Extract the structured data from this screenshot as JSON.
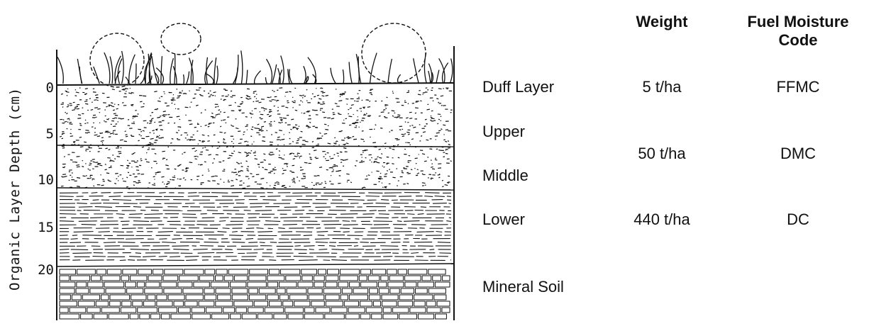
{
  "diagram": {
    "axis_label": "Organic Layer Depth (cm)",
    "depth_ticks": [
      "0",
      "5",
      "10",
      "15",
      "20"
    ]
  },
  "table": {
    "headers": {
      "weight": "Weight",
      "fuel_moisture_code": "Fuel Moisture Code"
    },
    "rows": [
      {
        "layer": "Duff Layer",
        "weight": "5 t/ha",
        "code": "FFMC"
      },
      {
        "layer": "Upper",
        "weight": "",
        "code": ""
      },
      {
        "layer": "Middle",
        "weight": "",
        "code": ""
      },
      {
        "layer": "",
        "weight": "50 t/ha",
        "code": "DMC"
      },
      {
        "layer": "Lower",
        "weight": "440 t/ha",
        "code": "DC"
      },
      {
        "layer": "Mineral Soil",
        "weight": "",
        "code": ""
      }
    ]
  }
}
